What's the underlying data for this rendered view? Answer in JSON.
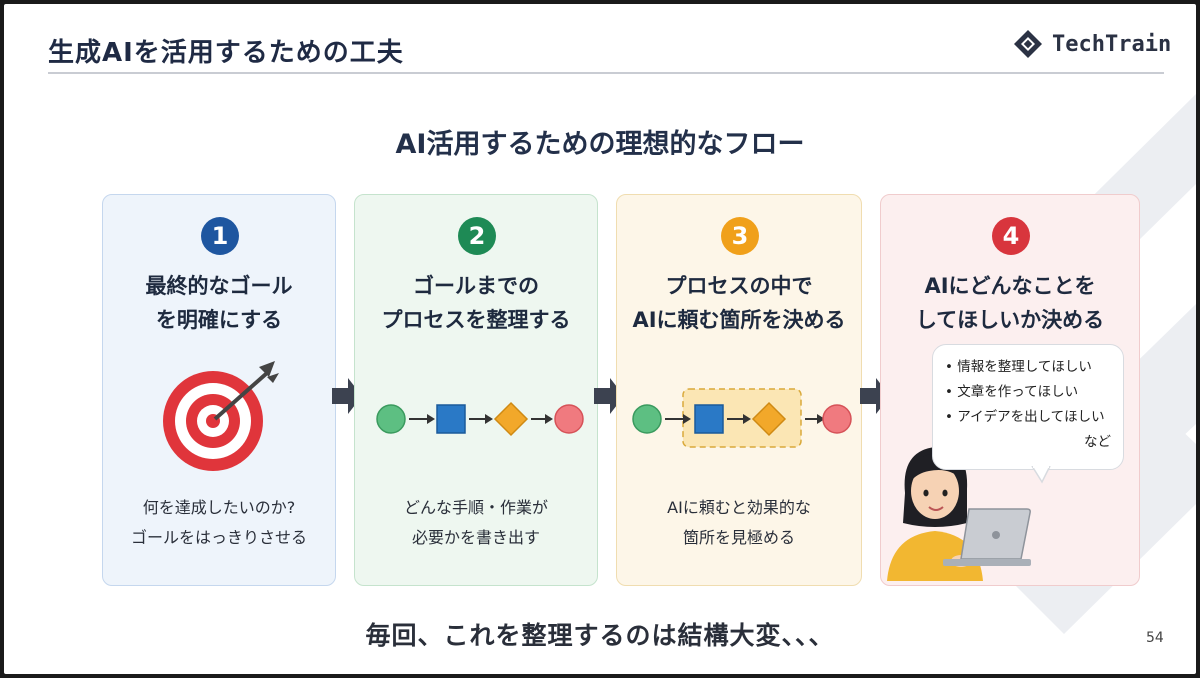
{
  "header": {
    "title": "生成AIを活用するための工夫",
    "logo_text": "TechTrain"
  },
  "main_title": "AI活用するための理想的なフロー",
  "colors": {
    "blue": "#1e56a0",
    "green": "#1e8a55",
    "orange": "#f0a01a",
    "red": "#d8353d"
  },
  "cards": [
    {
      "number": "1",
      "title_line1": "最終的なゴール",
      "title_line2": "を明確にする",
      "desc_line1": "何を達成したいのか?",
      "desc_line2": "ゴールをはっきりさせる"
    },
    {
      "number": "2",
      "title_line1": "ゴールまでの",
      "title_line2": "プロセスを整理する",
      "desc_line1": "どんな手順・作業が",
      "desc_line2": "必要かを書き出す"
    },
    {
      "number": "3",
      "title_line1": "プロセスの中で",
      "title_line2": "AIに頼む箇所を決める",
      "desc_line1": "AIに頼むと効果的な",
      "desc_line2": "箇所を見極める"
    },
    {
      "number": "4",
      "title_line1": "AIにどんなことを",
      "title_line2": "してほしいか決める"
    }
  ],
  "bubble": {
    "items": [
      "• 情報を整理してほしい",
      "• 文章を作ってほしい",
      "• アイデアを出してほしい"
    ],
    "suffix": "など"
  },
  "footer": {
    "text": "毎回、これを整理するのは結構大変、、、",
    "page_number": "54"
  }
}
